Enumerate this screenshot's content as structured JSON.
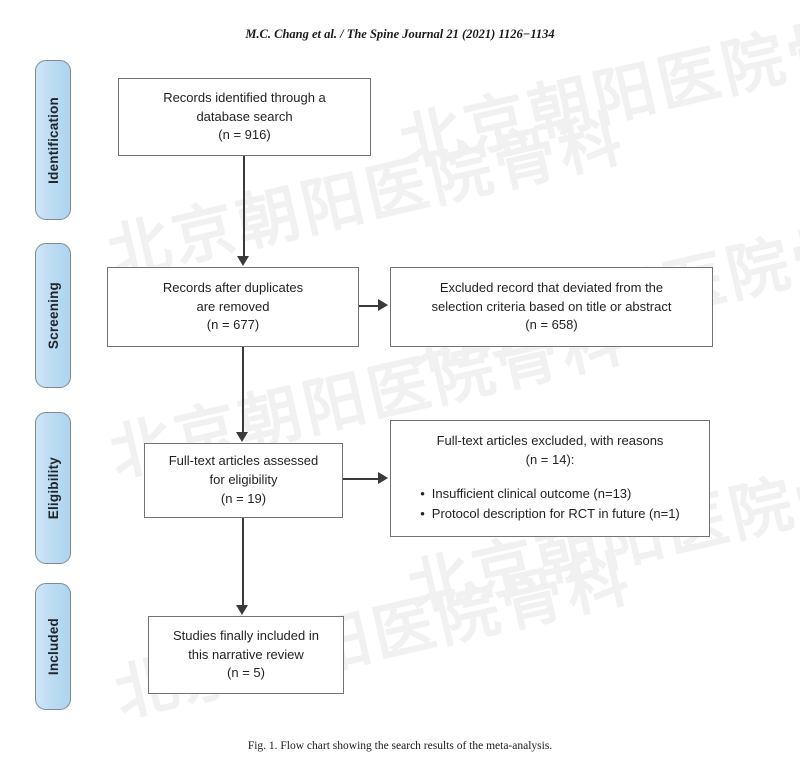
{
  "page": {
    "running_head": "M.C. Chang et al. / The Spine Journal 21 (2021) 1126−1134",
    "figure_caption": "Fig. 1.  Flow chart showing the search results of the meta-analysis.",
    "watermark_text": "北京朝阳医院骨科"
  },
  "stages": [
    {
      "id": "identification",
      "label": "Identification"
    },
    {
      "id": "screening",
      "label": "Screening"
    },
    {
      "id": "eligibility",
      "label": "Eligibility"
    },
    {
      "id": "included",
      "label": "Included"
    }
  ],
  "chart_data": {
    "type": "flowchart",
    "title": "PRISMA flow chart of search results",
    "nodes": [
      {
        "id": "records-identified",
        "stage": "Identification",
        "lines": [
          "Records identified through a",
          "database search",
          "(n = 916)"
        ],
        "n": 916
      },
      {
        "id": "records-after-duplicates",
        "stage": "Screening",
        "lines": [
          "Records after duplicates",
          "are removed",
          "(n = 677)"
        ],
        "n": 677
      },
      {
        "id": "records-excluded",
        "stage": "Screening",
        "lines": [
          "Excluded record that deviated from the",
          "selection criteria based on title or abstract",
          "(n = 658)"
        ],
        "n": 658
      },
      {
        "id": "fulltext-assessed",
        "stage": "Eligibility",
        "lines": [
          "Full-text articles assessed",
          "for eligibility",
          "(n = 19)"
        ],
        "n": 19
      },
      {
        "id": "fulltext-excluded",
        "stage": "Eligibility",
        "heading": [
          "Full-text articles excluded, with reasons",
          "(n = 14):"
        ],
        "n": 14,
        "reasons": [
          "Insufficient clinical outcome (n=13)",
          "Protocol description for RCT in future (n=1)"
        ]
      },
      {
        "id": "studies-included",
        "stage": "Included",
        "lines": [
          "Studies finally included in",
          "this narrative review",
          "(n = 5)"
        ],
        "n": 5
      }
    ],
    "edges": [
      {
        "from": "records-identified",
        "to": "records-after-duplicates",
        "direction": "down"
      },
      {
        "from": "records-after-duplicates",
        "to": "records-excluded",
        "direction": "right"
      },
      {
        "from": "records-after-duplicates",
        "to": "fulltext-assessed",
        "direction": "down"
      },
      {
        "from": "fulltext-assessed",
        "to": "fulltext-excluded",
        "direction": "right"
      },
      {
        "from": "fulltext-assessed",
        "to": "studies-included",
        "direction": "down"
      }
    ],
    "colors": {
      "stage_fill": "#bcdcf2",
      "stage_border": "#7f8a92",
      "box_border": "#6e7479",
      "connector": "#3a3a3a",
      "text": "#231f20",
      "watermark": "#f1f1f1"
    }
  }
}
